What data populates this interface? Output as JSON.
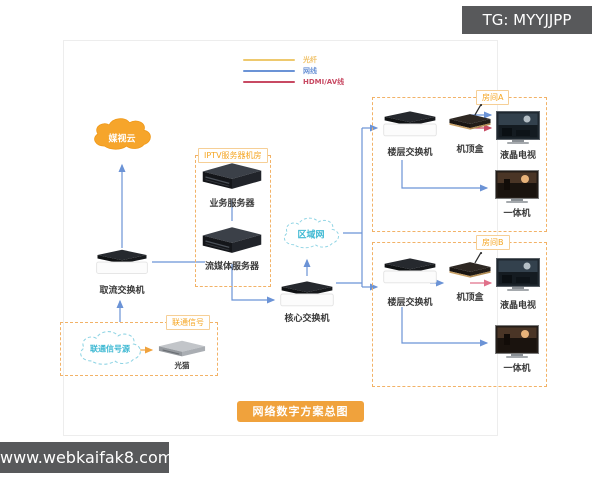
{
  "overlays": {
    "tg_badge": "TG: MYYJJPP",
    "watermark": "www.webkaifak8.com"
  },
  "legend": {
    "items": [
      {
        "label": "光纤",
        "color": "#eec96e"
      },
      {
        "label": "网线",
        "color": "#6b93d6"
      },
      {
        "label": "HDMI/AV线",
        "color": "#c84a63"
      }
    ]
  },
  "clouds": {
    "media_cloud": "媒视云",
    "unicom_source": "联通信号源",
    "regional_network": "区域网"
  },
  "groups": {
    "iptv_room": "IPTV服务器机房",
    "unicom_signal": "联通信号"
  },
  "devices": {
    "business_server": "业务服务器",
    "stream_server": "流媒体服务器",
    "pull_switch": "取流交换机",
    "optical_modem": "光猫",
    "core_switch": "核心交换机"
  },
  "rooms": [
    {
      "name": "房间A",
      "floor_switch": "楼层交换机",
      "stb": "机顶盒",
      "lcd_tv": "液晶电视",
      "aio": "一体机"
    },
    {
      "name": "房间B",
      "floor_switch": "楼层交换机",
      "stb": "机顶盒",
      "lcd_tv": "液晶电视",
      "aio": "一体机"
    }
  ],
  "title": "网络数字方案总图",
  "colors": {
    "accent_orange": "#f0a23c",
    "dashed_border": "#f2b267",
    "line_blue": "#6b93d6",
    "line_yellow": "#eec96e",
    "line_red": "#c84a63",
    "line_pink": "#e0718a",
    "cloud_cyan": "#3fb9d3",
    "banner_gray": "#58595b"
  }
}
